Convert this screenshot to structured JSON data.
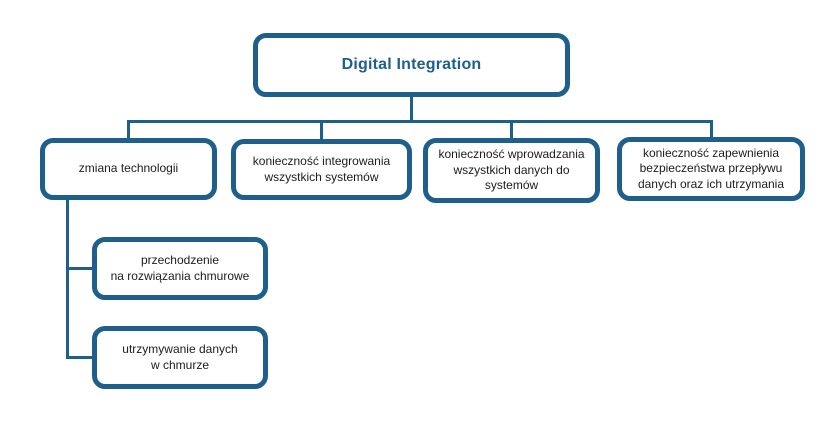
{
  "colors": {
    "accent": "#1E5F8C",
    "node_text": "#1C1C1C",
    "background": "#FFFFFF"
  },
  "nodes": {
    "root": {
      "label": "Digital Integration"
    },
    "level1": [
      {
        "lines": [
          "zmiana technologii"
        ]
      },
      {
        "lines": [
          "konieczność integrowania",
          "wszystkich systemów"
        ]
      },
      {
        "lines": [
          "konieczność wprowadzania",
          "wszystkich danych do",
          "systemów"
        ]
      },
      {
        "lines": [
          "konieczność zapewnienia",
          "bezpieczeństwa przepływu",
          "danych oraz ich utrzymania"
        ]
      }
    ],
    "level2": [
      {
        "lines": [
          "przechodzenie",
          "na rozwiązania chmurowe"
        ]
      },
      {
        "lines": [
          "utrzymywanie danych",
          "w chmurze"
        ]
      }
    ]
  }
}
